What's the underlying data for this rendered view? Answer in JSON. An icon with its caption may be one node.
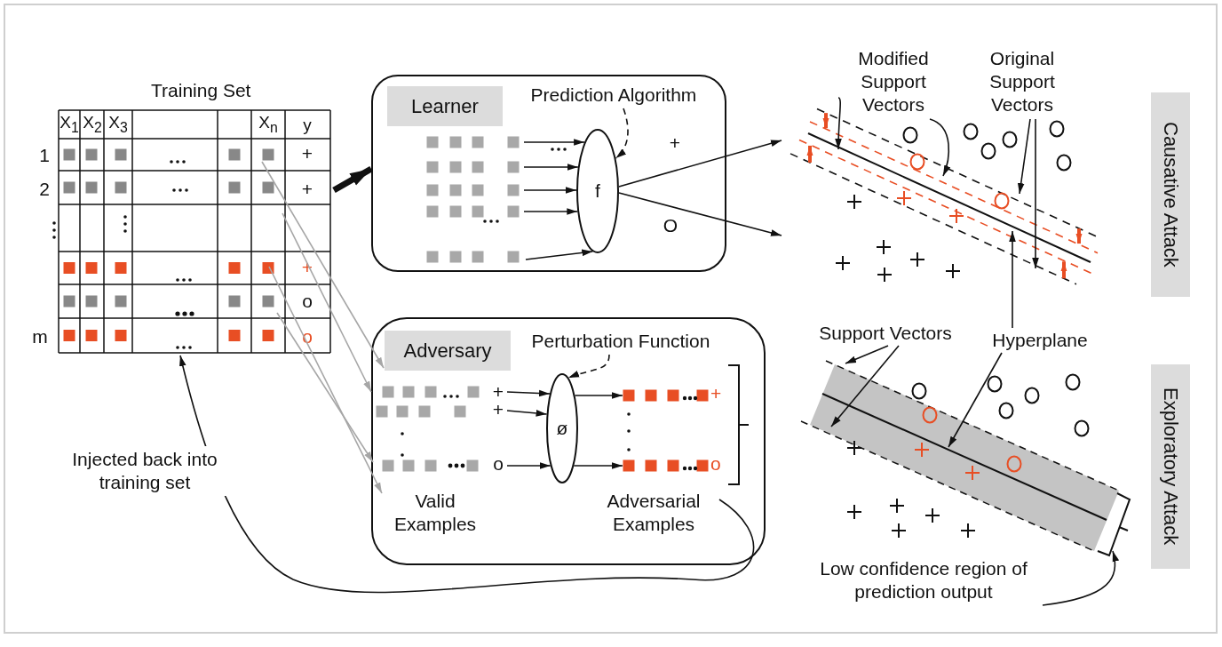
{
  "diagram": {
    "nodes": [
      {
        "text": [
          "Training Set"
        ]
      },
      {
        "text": [
          "Learner"
        ]
      },
      {
        "text": [
          "Prediction Algorithm"
        ],
        "in": 1
      },
      {
        "text": [
          "f"
        ],
        "in": 1
      },
      {
        "text": [
          "Adversary"
        ]
      },
      {
        "text": [
          "Perturbation Function"
        ],
        "in": 4
      },
      {
        "text": [
          "+"
        ],
        "in": 4
      },
      {
        "text": [
          "+"
        ],
        "in": 4
      },
      {
        "text": [
          "o"
        ],
        "in": 4
      },
      {
        "text": [
          "ø"
        ],
        "in": 4
      },
      {
        "text": [],
        "shape": "bar",
        "in": 4,
        "beside": [
          "+"
        ]
      },
      {
        "text": [],
        "shape": "bar",
        "in": 4,
        "beside": [
          "o"
        ]
      },
      {
        "text": [
          "Valid Examples"
        ],
        "in": 4
      },
      {
        "text": [
          "Adversarial Examples"
        ],
        "in": 4
      },
      {
        "text": [
          "Causative Attack"
        ]
      },
      {
        "text": [],
        "shape": "picture"
      },
      {
        "text": [
          "Modified Support Vectors"
        ]
      },
      {
        "text": [
          "Original Support Vectors"
        ]
      },
      {
        "text": [
          "Support Vectors"
        ]
      },
      {
        "text": [
          "Hyperplane"
        ]
      },
      {
        "text": [],
        "shape": "picture"
      },
      {
        "text": [
          "Exploratory Attack"
        ]
      },
      {
        "text": [
          "Low confidence region of prediction output"
        ]
      }
    ],
    "edges": [
      {
        "from": 0,
        "to": 1,
        "arrow": "to",
        "style": "thick"
      },
      {
        "from": null,
        "to": 3,
        "arrow": "to"
      },
      {
        "from": null,
        "to": 3,
        "arrow": "to"
      },
      {
        "from": null,
        "to": 3,
        "arrow": "to"
      },
      {
        "from": null,
        "to": 3,
        "arrow": "to"
      },
      {
        "from": null,
        "to": 3,
        "arrow": "to"
      },
      {
        "from": 2,
        "to": 3,
        "arrow": "to",
        "style": "dashed"
      },
      {
        "from": 3,
        "to": 15,
        "arrow": "to"
      },
      {
        "from": 3,
        "to": 15,
        "arrow": "to"
      },
      {
        "from": 0,
        "to": 4,
        "arrow": "to",
        "color": "#a6a6a6"
      },
      {
        "from": 0,
        "to": 4,
        "arrow": "to",
        "color": "#a6a6a6"
      },
      {
        "from": 0,
        "to": 4,
        "arrow": "to",
        "color": "#a6a6a6"
      },
      {
        "from": 0,
        "to": 12,
        "arrow": "to",
        "color": "#a6a6a6"
      },
      {
        "from": 6,
        "to": 9,
        "arrow": "to"
      },
      {
        "from": 7,
        "to": 9,
        "arrow": "to"
      },
      {
        "from": 8,
        "to": 9,
        "arrow": "to"
      },
      {
        "from": 9,
        "to": 10,
        "arrow": "to"
      },
      {
        "from": 9,
        "to": 11,
        "arrow": "to"
      },
      {
        "from": 5,
        "to": 9,
        "arrow": "to",
        "style": "dashed"
      },
      {
        "from": 13,
        "to": 0,
        "arrow": "to",
        "label": "Injected back into training set"
      },
      {
        "from": 16,
        "to": 15,
        "arrow": "to"
      },
      {
        "from": 16,
        "to": 15,
        "arrow": "to"
      },
      {
        "from": 17,
        "to": 15,
        "arrow": "to"
      },
      {
        "from": 17,
        "to": 15,
        "arrow": "to"
      },
      {
        "from": 19,
        "to": 15,
        "arrow": "to"
      },
      {
        "from": 19,
        "to": 20,
        "arrow": "to"
      },
      {
        "from": 18,
        "to": 20,
        "arrow": "to"
      },
      {
        "from": 18,
        "to": 20,
        "arrow": "to"
      },
      {
        "from": 22,
        "to": 20,
        "arrow": "to"
      }
    ],
    "labels": [
      "X$_{1}$",
      "X$_{2}$",
      "X$_{3}$",
      "X$_{n}$",
      "y",
      "1",
      "+",
      "2",
      "+",
      "+",
      "o",
      "m",
      "o",
      "+",
      "O"
    ]
  }
}
